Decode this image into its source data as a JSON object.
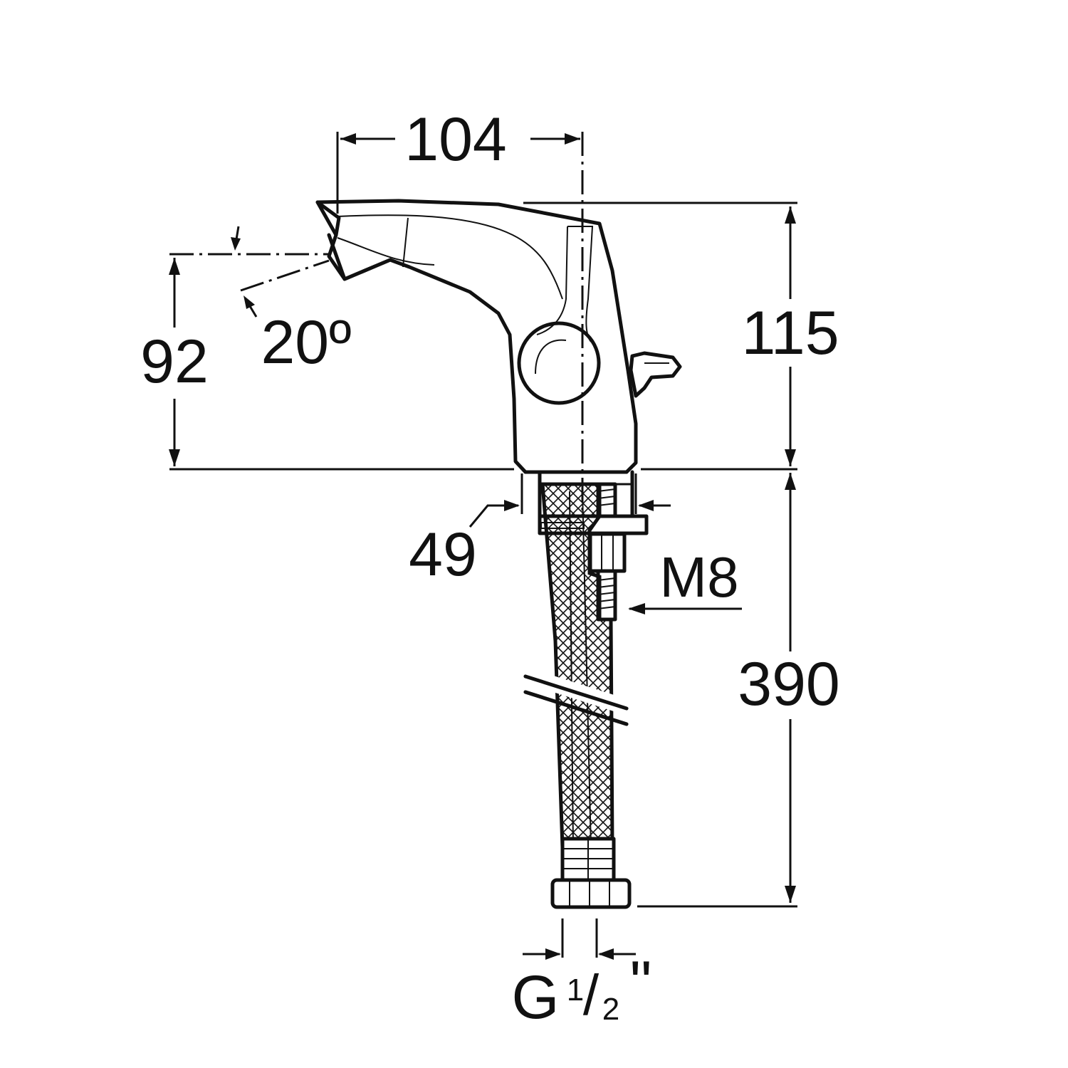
{
  "drawing": {
    "dimensions": {
      "spout_reach": "104",
      "outlet_height": "92",
      "total_height": "115",
      "spout_angle": "20º",
      "base_diameter": "49",
      "stud_thread": "M8",
      "hose_length": "390",
      "connection_prefix": "G",
      "connection_num": "1",
      "connection_slash": "/",
      "connection_den": "2",
      "connection_unit": "\""
    }
  }
}
